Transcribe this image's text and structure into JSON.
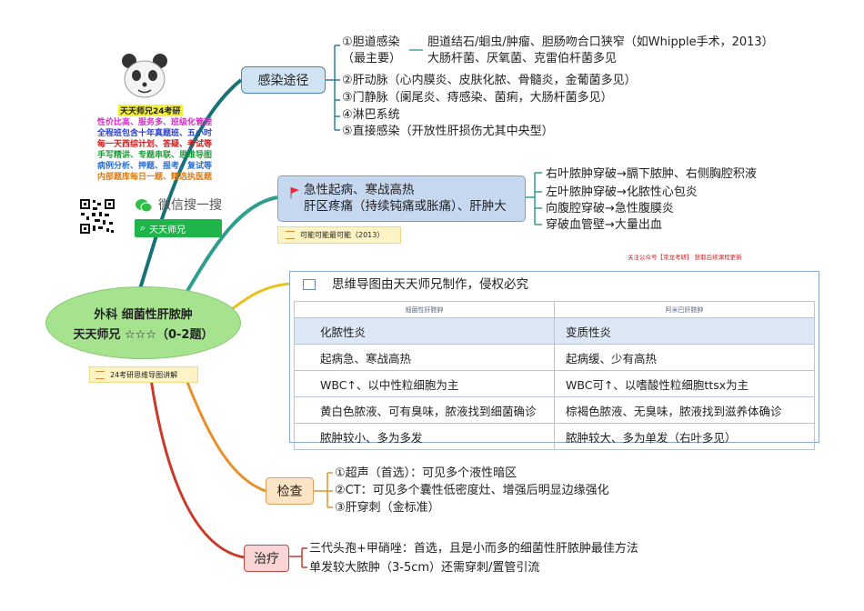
{
  "central": {
    "line1": "外科 细菌性肝脓肿",
    "line2": "天天师兄 ☆☆☆（0-2题）",
    "note": "24考研思维导图讲解"
  },
  "promo": {
    "title": "天天师兄24考研",
    "lines": [
      "性价比高、服务多、班级化管理",
      "全程班包含十年真题班、五小时",
      "每一天西综计划、答疑、考试等",
      "手写精讲、专题串联、思维导图",
      "病例分析、押题、报考、复试等",
      "内部题库每日一题、精选执医题"
    ],
    "line_colors": [
      "#d02fbf",
      "#2a3fd0",
      "#d01a1a",
      "#1f9a3a",
      "#2a6fd0",
      "#e07a10"
    ],
    "wechat_label": "微信搜一搜",
    "search_text": "天天师兄"
  },
  "infection": {
    "label": "感染途径",
    "items": [
      "①胆道感染",
      "（最主要）",
      "胆道结石/蛔虫/肿瘤、胆肠吻合口狭窄（如Whipple手术，2013）",
      "大肠杆菌、厌氧菌、克雷伯杆菌多见",
      "②肝动脉（心内膜炎、皮肤化脓、骨髓炎，金葡菌多见）",
      "③门静脉（阑尾炎、痔感染、菌痢，大肠杆菌多见）",
      "④淋巴系统",
      "⑤直接感染（开放性肝损伤尤其中央型）"
    ]
  },
  "clinical": {
    "line1": "急性起病、寒战高热",
    "line2": "肝区疼痛（持续钝痛或胀痛）、肝肿大",
    "note": "可能可能最可能（2013）",
    "perforations": [
      "右叶脓肿穿破→膈下脓肿、右侧胸腔积液",
      "左叶脓肿穿破→化脓性心包炎",
      "向腹腔穿破→急性腹膜炎",
      "穿破血管壁→大量出血"
    ],
    "ad": "关注公众号【菜龙考研】 获取后续课程更新"
  },
  "table": {
    "title": "思维导图由天天师兄制作，侵权必究",
    "headers": [
      "细菌性肝脓肿",
      "阿米巴肝脓肿"
    ],
    "rows": [
      [
        "化脓性炎",
        "变质性炎"
      ],
      [
        "起病急、寒战高热",
        "起病缓、少有高热"
      ],
      [
        "WBC↑、以中性粒细胞为主",
        "WBC可↑、以嗜酸性粒细胞ttsx为主"
      ],
      [
        "黄白色脓液、可有臭味，脓液找到细菌确诊",
        "棕褐色脓液、无臭味，脓液找到滋养体确诊"
      ],
      [
        "脓肿较小、多为多发",
        "脓肿较大、多为单发（右叶多见）"
      ]
    ]
  },
  "exam": {
    "label": "检查",
    "items": [
      "①超声（首选）：可见多个液性暗区",
      "②CT：可见多个囊性低密度灶、增强后明显边缘强化",
      "③肝穿刺（金标准）"
    ]
  },
  "treatment": {
    "label": "治疗",
    "items": [
      "三代头孢+甲硝唑：首选，且是小而多的细菌性肝脓肿最佳方法",
      "单发较大脓肿（3-5cm）还需穿刺/置管引流"
    ]
  },
  "colors": {
    "infection": "#2c7fa0",
    "clinical": "#2e9e8e",
    "table": "#e8c21a",
    "exam": "#e8902a",
    "treatment": "#c83a2a",
    "root": "#17707a"
  }
}
